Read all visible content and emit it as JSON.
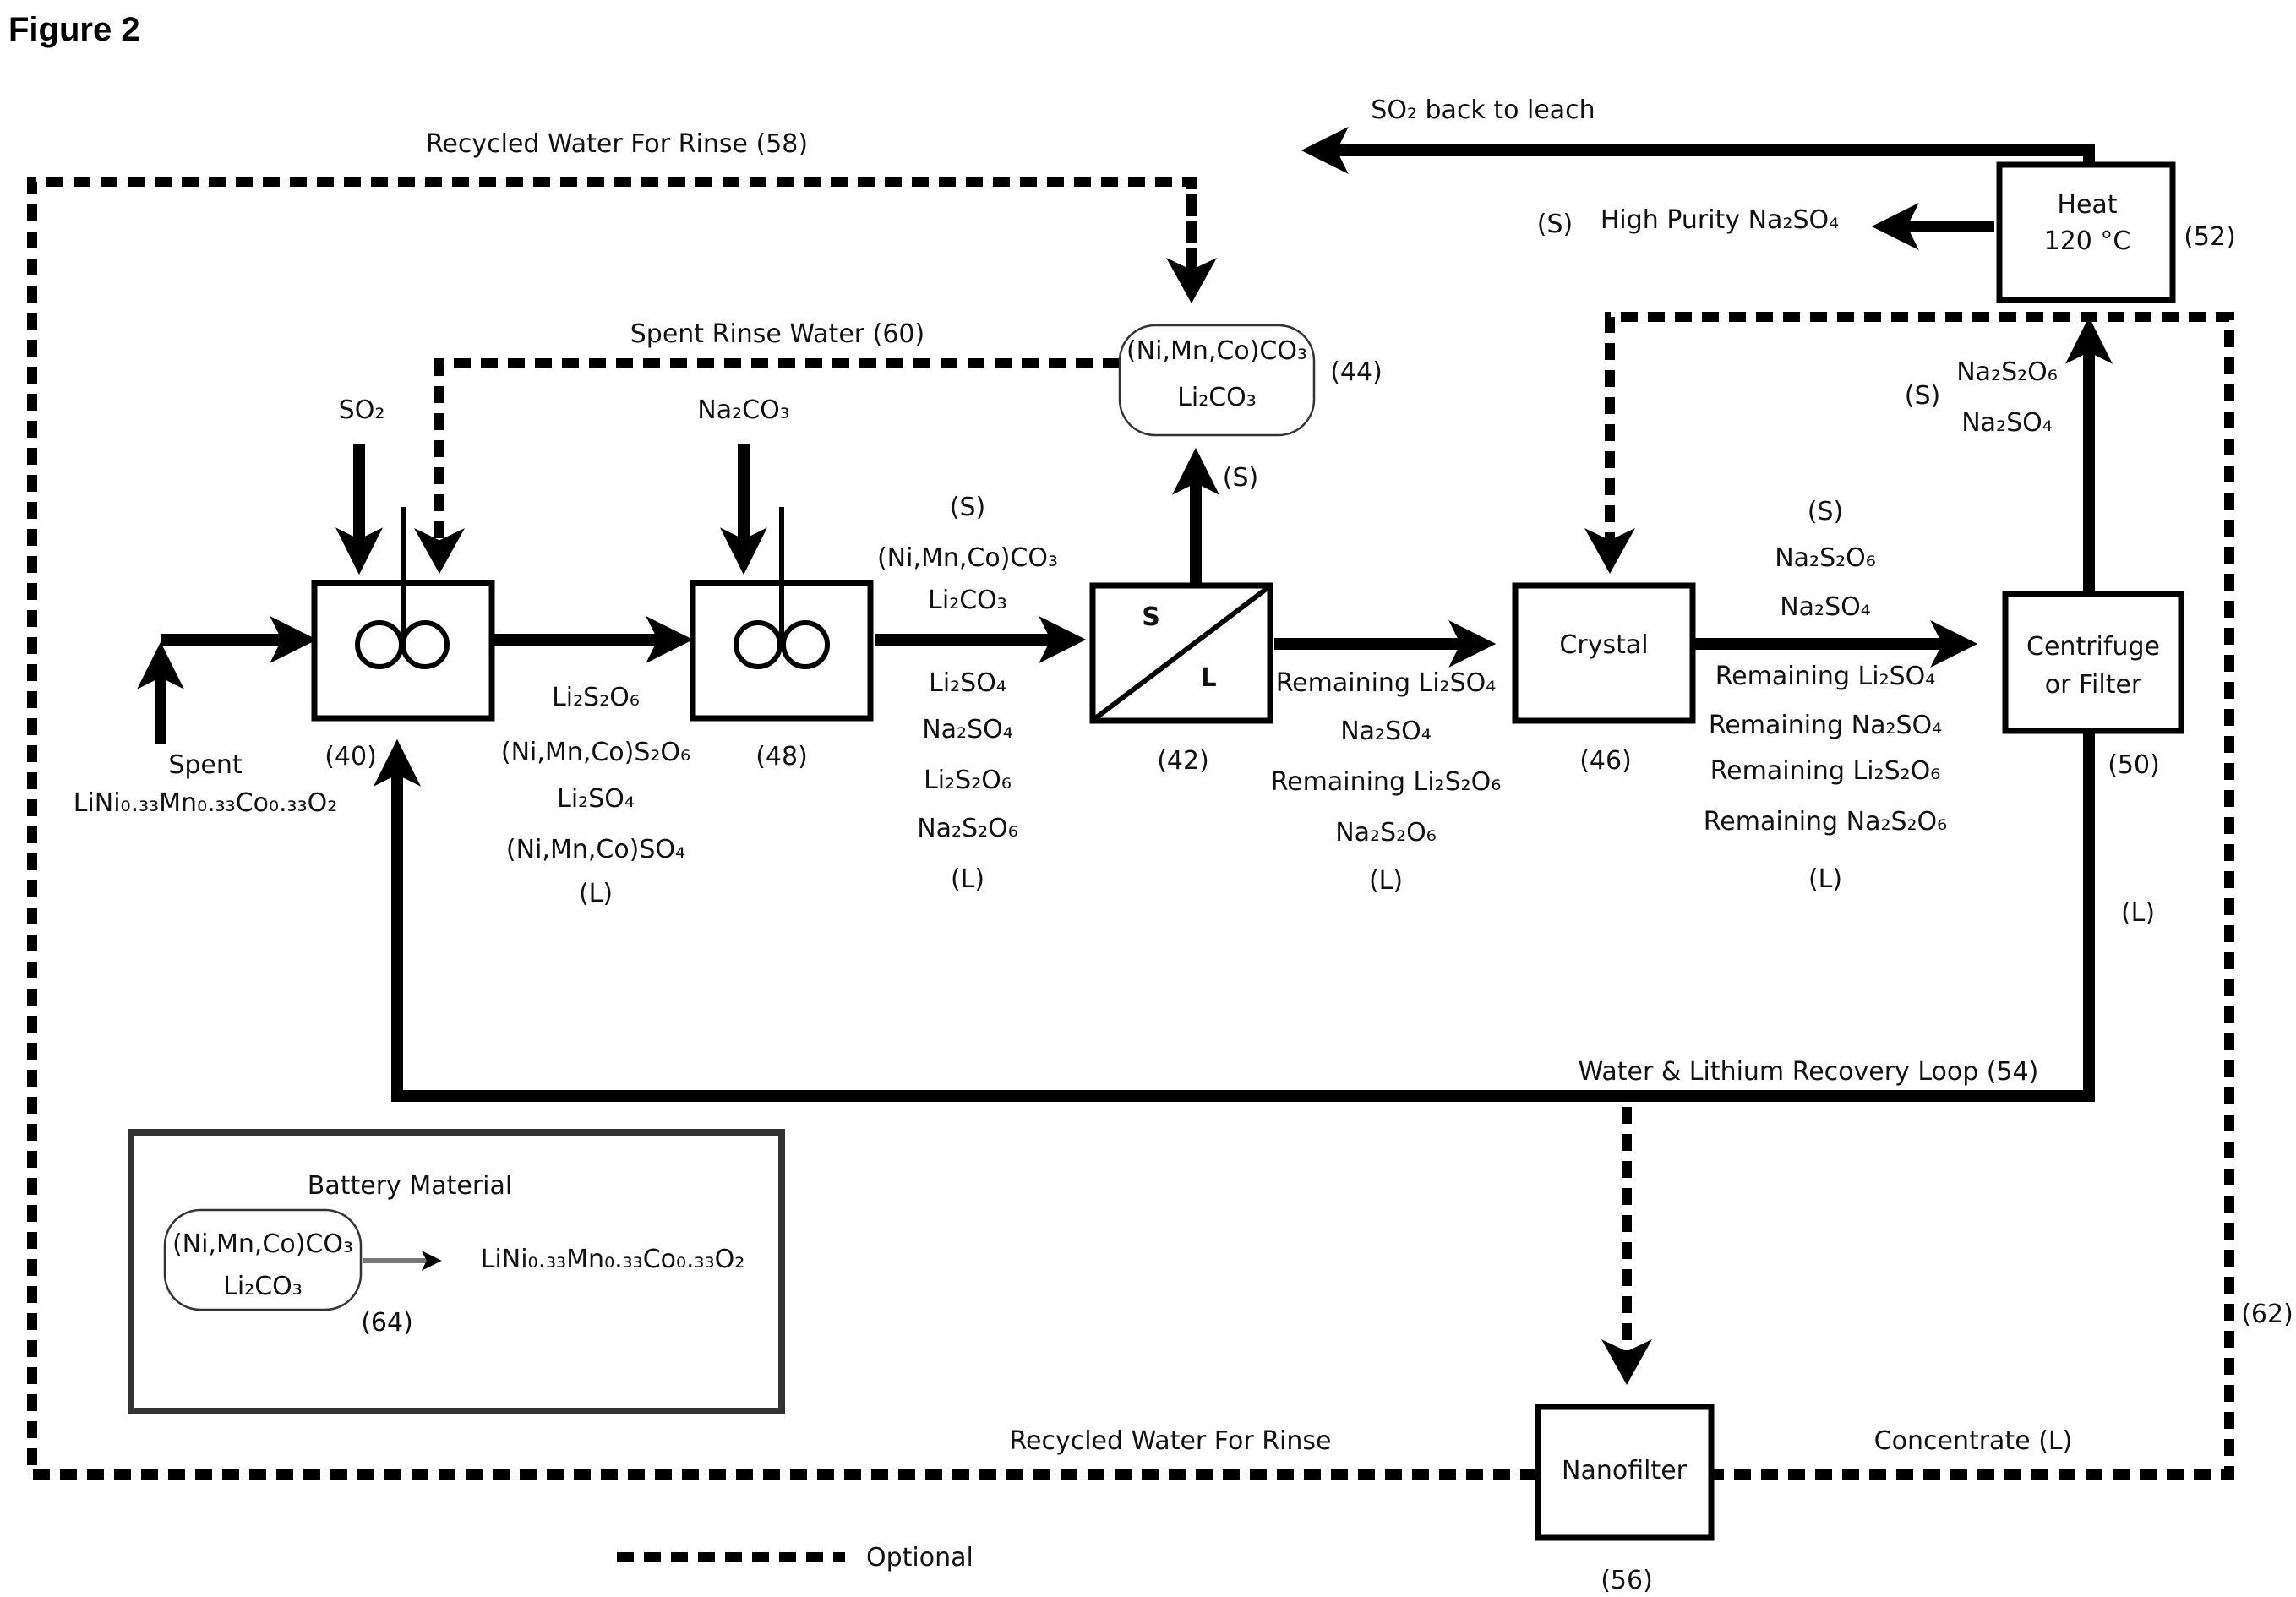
{
  "figure_title": "Figure 2",
  "units": {
    "leach_reactor": {
      "ref": "(40)"
    },
    "precip_reactor": {
      "ref": "(48)"
    },
    "solid_liquid_separator": {
      "ref": "(42)",
      "solid_label": "S",
      "liquid_label": "L"
    },
    "carbonate_product": {
      "line1": "(Ni,Mn,Co)CO₃",
      "line2": "Li₂CO₃",
      "ref": "(44)"
    },
    "crystallizer": {
      "label": "Crystal",
      "ref": "(46)"
    },
    "centrifuge": {
      "line1": "Centrifuge",
      "line2": "or Filter",
      "ref": "(50)"
    },
    "heater": {
      "line1": "Heat",
      "line2": "120 °C",
      "ref": "(52)"
    },
    "nanofilter": {
      "label": "Nanofilter",
      "ref": "(56)"
    }
  },
  "inputs": {
    "so2": "SO₂",
    "na2co3": "Na₂CO₃",
    "spent_line1": "Spent",
    "spent_line2": "LiNi₀.₃₃Mn₀.₃₃Co₀.₃₃O₂"
  },
  "streams": {
    "leach_out": [
      "Li₂S₂O₆",
      "(Ni,Mn,Co)S₂O₆",
      "Li₂SO₄",
      "(Ni,Mn,Co)SO₄",
      "(L)"
    ],
    "precip_out_solid": [
      "(S)",
      "(Ni,Mn,Co)CO₃",
      "Li₂CO₃"
    ],
    "precip_out_liquid": [
      "Li₂SO₄",
      "Na₂SO₄",
      "Li₂S₂O₆",
      "Na₂S₂O₆",
      "(L)"
    ],
    "sep_solid": "(S)",
    "sep_liquid": [
      "Remaining Li₂SO₄",
      "Na₂SO₄",
      "Remaining Li₂S₂O₆",
      "Na₂S₂O₆",
      "(L)"
    ],
    "crystal_solid": [
      "(S)",
      "Na₂S₂O₆",
      "Na₂SO₄"
    ],
    "crystal_liquid": [
      "Remaining Li₂SO₄",
      "Remaining Na₂SO₄",
      "Remaining Li₂S₂O₆",
      "Remaining Na₂S₂O₆",
      "(L)"
    ],
    "centrifuge_solid": {
      "phase": "(S)",
      "items": [
        "Na₂S₂O₆",
        "Na₂SO₄"
      ]
    },
    "centrifuge_liquid": "(L)",
    "so2_back": "SO₂ back to leach",
    "high_purity_phase": "(S)",
    "high_purity": "High Purity Na₂SO₄",
    "recycled_water_58": "Recycled Water For Rinse (58)",
    "spent_rinse_60": "Spent Rinse Water (60)",
    "recovery_loop_54": "Water & Lithium Recovery Loop (54)",
    "recycled_water": "Recycled Water For Rinse",
    "concentrate": "Concentrate (L)",
    "ref_62": "(62)"
  },
  "battery_material": {
    "title": "Battery Material",
    "input_line1": "(Ni,Mn,Co)CO₃",
    "input_line2": "Li₂CO₃",
    "ref": "(64)",
    "product": "LiNi₀.₃₃Mn₀.₃₃Co₀.₃₃O₂"
  },
  "legend": {
    "dashed_label": "Optional"
  }
}
